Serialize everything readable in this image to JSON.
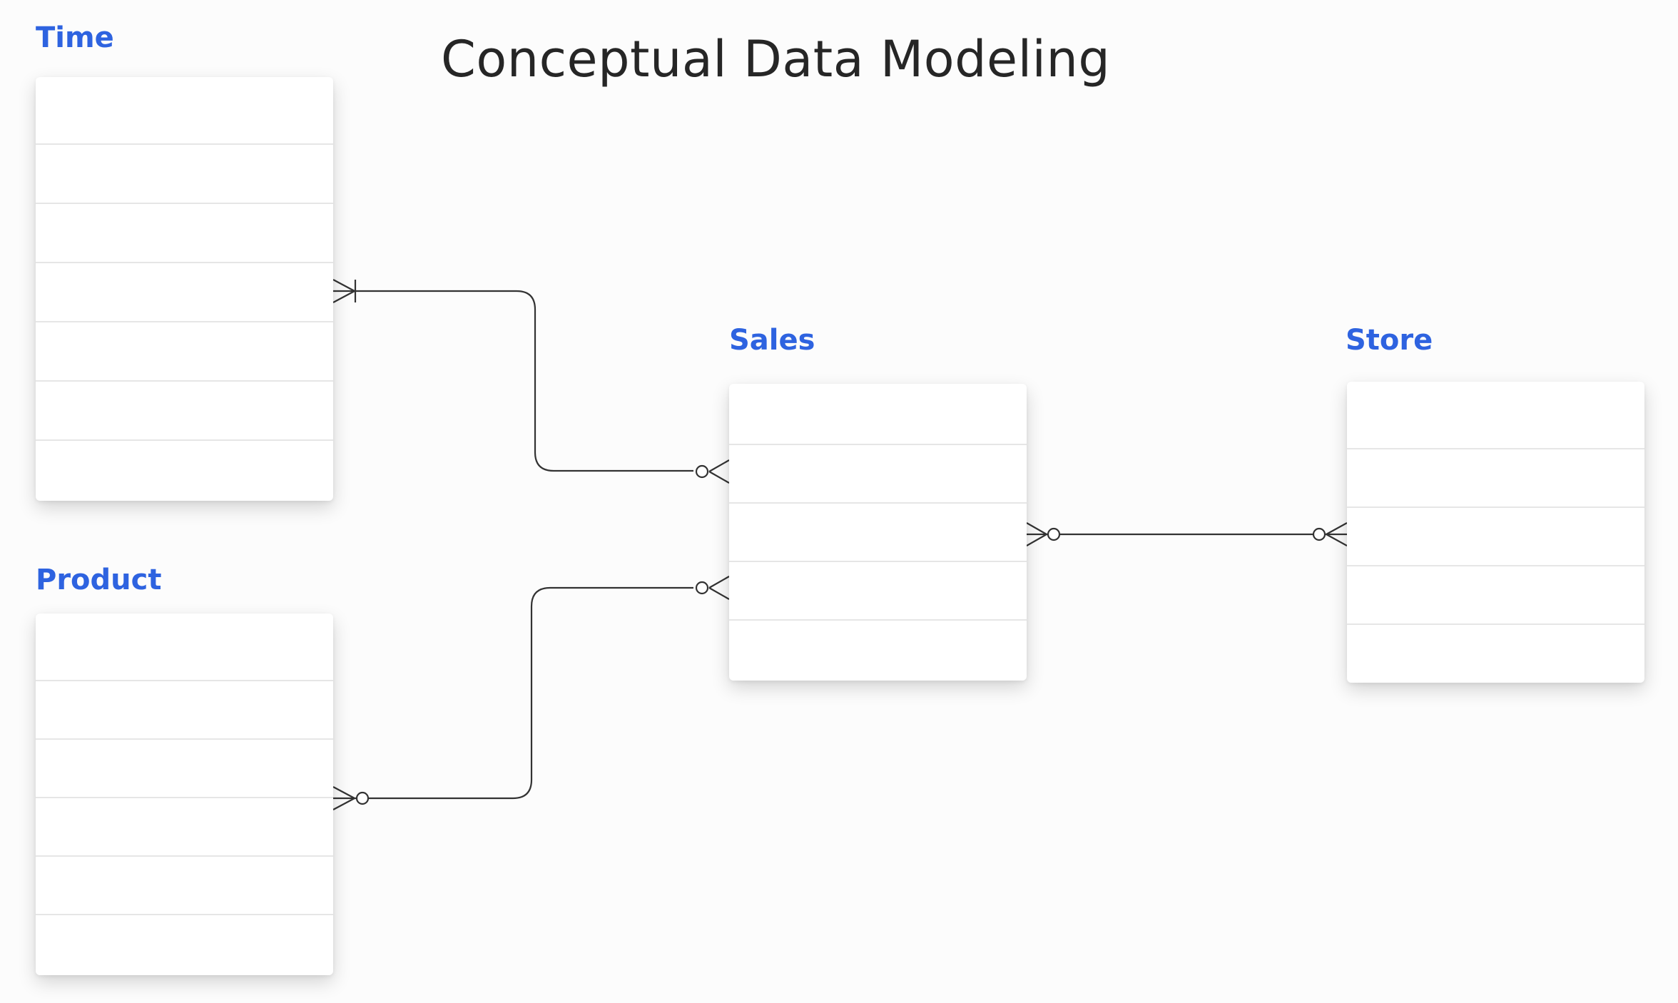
{
  "title": "Conceptual Data Modeling",
  "entities": {
    "time": {
      "label": "Time",
      "row_count": 7
    },
    "product": {
      "label": "Product",
      "row_count": 6
    },
    "sales": {
      "label": "Sales",
      "row_count": 5
    },
    "store": {
      "label": "Store",
      "row_count": 5
    }
  },
  "relationships": [
    {
      "from": "Time",
      "from_end": "one-or-many",
      "to": "Sales",
      "to_end": "zero-or-many"
    },
    {
      "from": "Product",
      "from_end": "zero-or-many",
      "to": "Sales",
      "to_end": "zero-or-many"
    },
    {
      "from": "Sales",
      "from_end": "zero-or-many",
      "to": "Store",
      "to_end": "zero-or-many"
    }
  ],
  "colors": {
    "title": "#262626",
    "entity_label": "#2e63e0",
    "connector": "#333333",
    "row_divider": "#e6e6e6"
  }
}
